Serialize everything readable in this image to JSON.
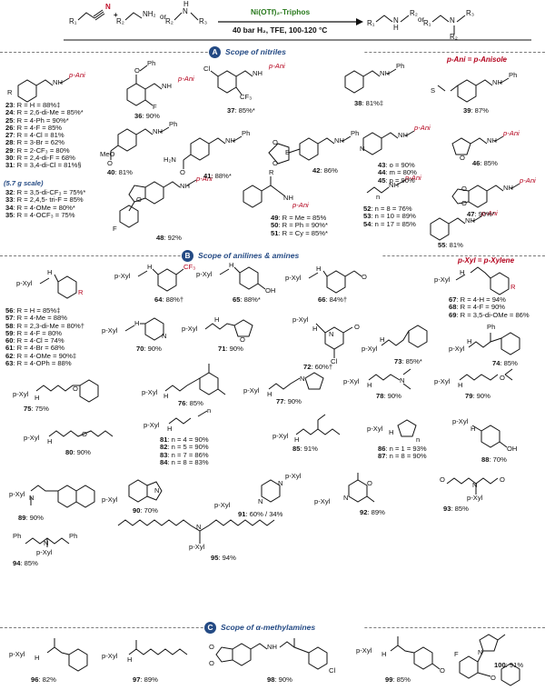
{
  "header": {
    "reactant1": "R₁",
    "cn": "N",
    "amine1_r": "R₂",
    "amine1_nh": "NH₂",
    "or1": "or",
    "amine2_r": "R₂",
    "amine2_n": "N",
    "amine2_h": "H",
    "amine2_r3": "R₃",
    "catalyst": "Ni(OTf)₂-Triphos",
    "conditions": "40 bar H₂, TFE, 100-120 °C",
    "prod1_r1": "R₁",
    "prod1_r2": "R₂",
    "prod1_n": "N",
    "prod1_h": "H",
    "or2": "or",
    "prod2_r1": "R₁",
    "prod2_r2": "R₂",
    "prod2_r3": "R₃",
    "prod2_n": "N"
  },
  "sections": {
    "a": {
      "badge": "A",
      "title": "Scope of nitriles"
    },
    "b": {
      "badge": "B",
      "title": "Scope of anilines & amines"
    },
    "c": {
      "badge": "C",
      "title": "Scope of α-methylamines"
    }
  },
  "notes": {
    "p_ani": "p-Ani = p-Anisole",
    "p_xyl": "p-Xyl = p-Xylene",
    "scale": "(5.7 g scale)"
  },
  "atoms": {
    "nh": "NH",
    "n": "N",
    "h": "H",
    "o": "O",
    "oh": "OH",
    "cl": "Cl",
    "f": "F",
    "b": "B",
    "s": "S",
    "r": "R",
    "ph": "Ph",
    "cf3": "CF₃",
    "pani": "p-Ani",
    "pxyl": "p-Xyl",
    "nh2": "H₂N",
    "meo": "MeO",
    "n_sub": "n"
  },
  "list_a1": [
    "23: R = H = 88%‡",
    "24: R = 2,6-di-Me = 85%*",
    "25: R = 4-Ph = 90%*",
    "26: R = 4-F = 85%",
    "27: R = 4-Cl = 81%",
    "28: R = 3-Br = 62%",
    "29: R = 2-CF₃ = 80%",
    "30: R = 2,4-di-F = 68%",
    "31: R = 3,4-di-Cl = 81%§",
    "32: R = 3,5-di-CF₃ = 75%*",
    "33: R = 2,4,5- tri-F = 85%",
    "34: R = 4-OMe = 80%*",
    "35: R = 4-OCF₃ = 75%"
  ],
  "labels_a": [
    "36: 90%",
    "37: 85%*",
    "38: 81%‡",
    "39: 87%",
    "40: 81%",
    "41: 88%*",
    "42: 86%",
    "43: o = 90%",
    "44: m = 80%",
    "45: p = 90%",
    "46: 85%",
    "47: 90%*",
    "48: 92%",
    "49: R = Me = 85%",
    "50: R = Ph = 90%*",
    "51: R = Cy = 85%*",
    "52: n = 8 = 76%",
    "53: n = 10 = 89%",
    "54: n = 17 = 85%",
    "55: 81%"
  ],
  "list_b1": [
    "56: R = H = 85%‡",
    "57: R = 4-Me = 88%",
    "58: R = 2,3-di-Me = 80%†",
    "59: R = 4-F = 80%",
    "60: R = 4-Cl = 74%",
    "61: R = 4-Br = 68%",
    "62: R = 4-OMe = 90%‡",
    "63: R = 4-OPh = 88%"
  ],
  "list_b2": [
    "67: R = 4-H = 94%",
    "68: R = 4-F = 90%",
    "69: R = 3,5-di-OMe = 86%"
  ],
  "labels_b": [
    "64: 88%†",
    "65: 88%*",
    "66: 84%†",
    "70: 90%",
    "71: 90%",
    "72: 60%†",
    "73: 85%*",
    "74: 85%",
    "75: 75%",
    "76: 85%",
    "77: 90%",
    "78: 90%",
    "79: 90%",
    "80: 90%",
    "81: n = 4 = 90%",
    "82: n = 5 = 90%",
    "83: n = 7 = 86%",
    "84: n = 8 = 83%",
    "85: 91%",
    "86: n = 1 = 93%",
    "87: n = 8 = 90%",
    "88: 70%",
    "89: 90%",
    "90: 70%",
    "91: 60% / 34%",
    "92: 89%",
    "93: 85%",
    "94: 85%",
    "95: 94%"
  ],
  "labels_c": [
    "96: 82%",
    "97: 89%",
    "98: 90%",
    "99: 85%",
    "100: 91%"
  ]
}
